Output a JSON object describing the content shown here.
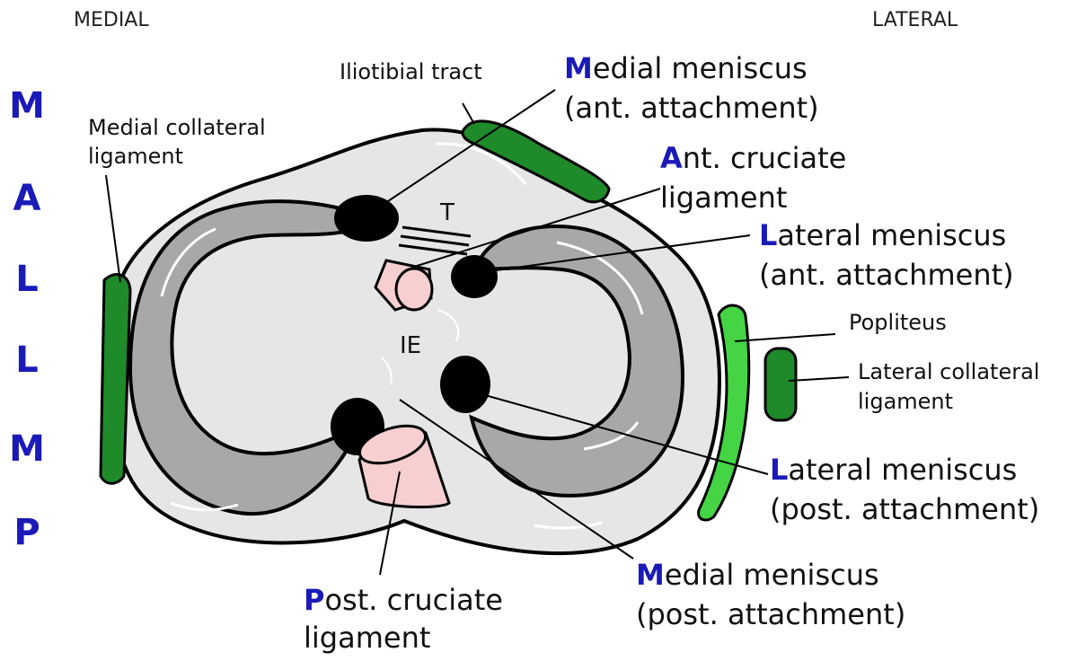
{
  "headers": {
    "medial": "MEDIAL",
    "lateral": "LATERAL"
  },
  "mnemonic": [
    "M",
    "A",
    "L",
    "L",
    "M",
    "P"
  ],
  "labels": {
    "iliotibial": "Iliotibial tract",
    "mcl_line1": "Medial collateral",
    "mcl_line2": "ligament",
    "mm_ant_initial": "M",
    "mm_ant_rest": "edial meniscus",
    "mm_ant_line2": "(ant. attachment)",
    "acl_initial": "A",
    "acl_rest": "nt. cruciate",
    "acl_line2": "ligament",
    "lm_ant_initial": "L",
    "lm_ant_rest": "ateral meniscus",
    "lm_ant_line2": "(ant. attachment)",
    "popliteus": "Popliteus",
    "lcl_line1": "Lateral collateral",
    "lcl_line2": "ligament",
    "lm_post_initial": "L",
    "lm_post_rest": "ateral meniscus",
    "lm_post_line2": "(post. attachment)",
    "mm_post_initial": "M",
    "mm_post_rest": "edial meniscus",
    "mm_post_line2": "(post. attachment)",
    "pcl_initial": "P",
    "pcl_rest": "ost. cruciate",
    "pcl_line2": "ligament",
    "t_mark": "T",
    "ie_mark": "IE"
  },
  "colors": {
    "plateau": "#e6e6e6",
    "meniscus": "#a8a8a8",
    "attachment": "#000000",
    "cruciate": "#f7cfd0",
    "ligament_dark": "#1f8a2a",
    "popliteus": "#44d444",
    "mnemonic_blue": "#1a1ab8"
  }
}
